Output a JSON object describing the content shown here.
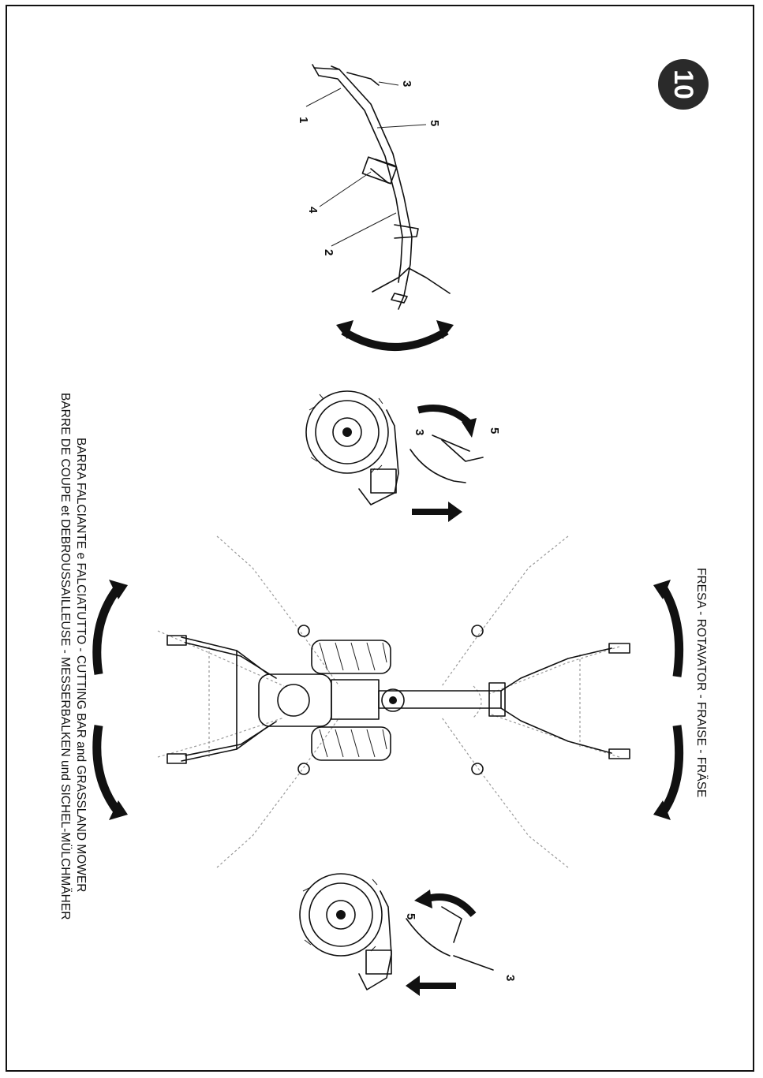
{
  "figure_number": "10",
  "captions": {
    "left_line_1": "BARRA FALCIANTE e FALCIATUTTO - CUTTING BAR and GRASSLAND MOWER",
    "left_line_2": "BARRE DE COUPE et DEBROUSSAILLEUSE - MESSERBALKEN und SICHEL-MÜLCHMÄHER",
    "right_line": "FRESA - ROTAVATOR - FRAISE - FRÄSE"
  },
  "callouts": {
    "handlebar": [
      "1",
      "2",
      "3",
      "4",
      "5"
    ],
    "detail_top": [
      "3",
      "5"
    ],
    "detail_bottom": [
      "5",
      "3"
    ]
  },
  "colors": {
    "ink": "#111111",
    "badge": "#222222",
    "ghost": "#9a9a9a"
  }
}
